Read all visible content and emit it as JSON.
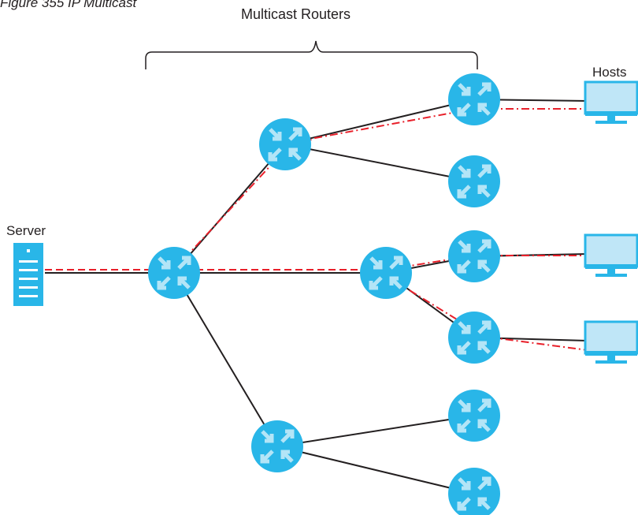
{
  "figure": {
    "caption": "Figure 355   IP Multicast",
    "multicast_label": "Multicast Routers",
    "server_label": "Server",
    "hosts_label": "Hosts"
  },
  "colors": {
    "router": "#29b6e8",
    "router_arrow": "#b3e5f7",
    "host_screen": "#bfe6f7",
    "host_frame": "#29b6e8",
    "line": "#231f20",
    "multicast_path": "#e8202a"
  },
  "nodes": [
    {
      "id": "server",
      "type": "server",
      "icon": "server-icon"
    },
    {
      "id": "r-core",
      "type": "router",
      "icon": "router-icon"
    },
    {
      "id": "r-upper",
      "type": "router",
      "icon": "router-icon"
    },
    {
      "id": "r-mid",
      "type": "router",
      "icon": "router-icon"
    },
    {
      "id": "r-lower",
      "type": "router",
      "icon": "router-icon"
    },
    {
      "id": "r-top-right",
      "type": "router",
      "icon": "router-icon"
    },
    {
      "id": "r-upper-leaf",
      "type": "router",
      "icon": "router-icon"
    },
    {
      "id": "r-mid-top",
      "type": "router",
      "icon": "router-icon"
    },
    {
      "id": "r-mid-bottom",
      "type": "router",
      "icon": "router-icon"
    },
    {
      "id": "r-lower-top",
      "type": "router",
      "icon": "router-icon"
    },
    {
      "id": "r-lower-bottom",
      "type": "router",
      "icon": "router-icon"
    },
    {
      "id": "host-1",
      "type": "host",
      "icon": "monitor-icon"
    },
    {
      "id": "host-2",
      "type": "host",
      "icon": "monitor-icon"
    },
    {
      "id": "host-3",
      "type": "host",
      "icon": "monitor-icon"
    }
  ],
  "links": [
    [
      "server",
      "r-core"
    ],
    [
      "r-core",
      "r-upper"
    ],
    [
      "r-core",
      "r-mid"
    ],
    [
      "r-core",
      "r-lower"
    ],
    [
      "r-upper",
      "r-top-right"
    ],
    [
      "r-upper",
      "r-upper-leaf"
    ],
    [
      "r-mid",
      "r-mid-top"
    ],
    [
      "r-mid",
      "r-mid-bottom"
    ],
    [
      "r-lower",
      "r-lower-top"
    ],
    [
      "r-lower",
      "r-lower-bottom"
    ],
    [
      "r-top-right",
      "host-1"
    ],
    [
      "r-mid-top",
      "host-2"
    ],
    [
      "r-mid-bottom",
      "host-3"
    ]
  ],
  "multicast_path": [
    [
      "server",
      "r-core"
    ],
    [
      "r-core",
      "r-upper"
    ],
    [
      "r-upper",
      "r-top-right"
    ],
    [
      "r-top-right",
      "host-1"
    ],
    [
      "r-core",
      "r-mid"
    ],
    [
      "r-mid",
      "r-mid-top"
    ],
    [
      "r-mid-top",
      "host-2"
    ],
    [
      "r-mid",
      "r-mid-bottom"
    ],
    [
      "r-mid-bottom",
      "host-3"
    ]
  ]
}
